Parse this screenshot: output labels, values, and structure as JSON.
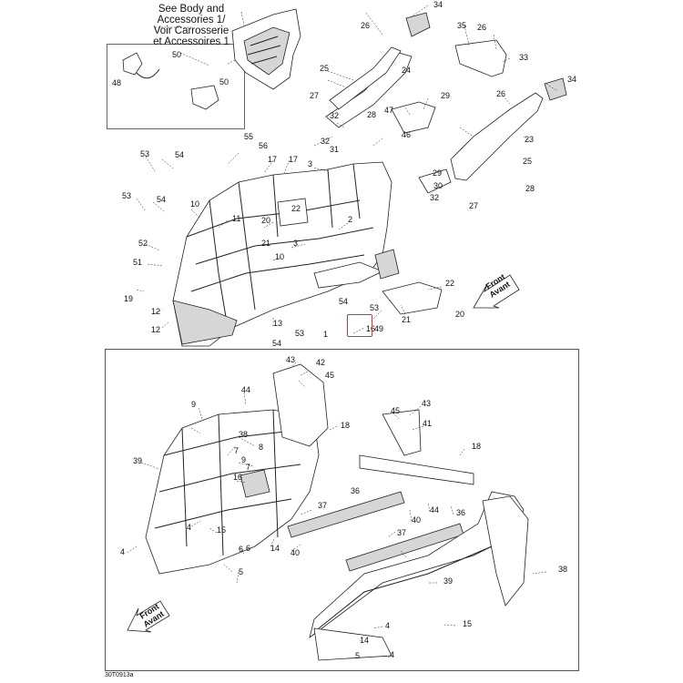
{
  "reference_note": [
    "See Body and",
    "Accessories 1/",
    "Voir Carrosserie",
    "et Accessoires 1"
  ],
  "figure_code": "30T0913a",
  "highlighted_callout": "1",
  "front_arrow_top": [
    "Front",
    "Avant"
  ],
  "front_arrow_bottom": [
    "Front",
    "Avant"
  ],
  "callouts_top": [
    "34",
    "26",
    "35",
    "26",
    "33",
    "25",
    "24",
    "27",
    "26",
    "34",
    "32",
    "47",
    "29",
    "46",
    "32",
    "28",
    "31",
    "23",
    "25",
    "28",
    "27",
    "29",
    "30",
    "32",
    "55",
    "56",
    "17",
    "17",
    "3",
    "53",
    "54",
    "53",
    "54",
    "10",
    "11",
    "20",
    "22",
    "2",
    "21",
    "3",
    "52",
    "51",
    "10",
    "19",
    "54",
    "53",
    "22",
    "21",
    "20",
    "12",
    "12",
    "13",
    "54",
    "53",
    "1",
    "16",
    "49",
    "50",
    "48",
    "50"
  ],
  "callouts_bottom": [
    "43",
    "42",
    "45",
    "44",
    "9",
    "18",
    "38",
    "7",
    "8",
    "9",
    "39",
    "16",
    "7",
    "6",
    "36",
    "37",
    "45",
    "43",
    "41",
    "18",
    "4",
    "15",
    "14",
    "40",
    "40",
    "44",
    "36",
    "37",
    "4",
    "6",
    "5",
    "39",
    "38",
    "4",
    "14",
    "15",
    "5",
    "4"
  ]
}
